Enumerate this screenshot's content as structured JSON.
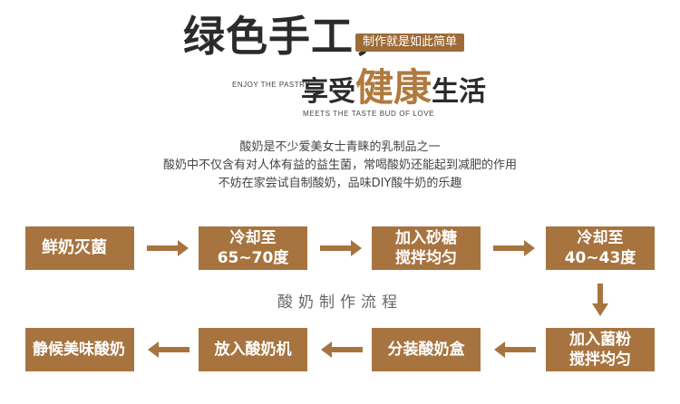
{
  "header": {
    "title": "绿色手工，",
    "badge": "制作就是如此简单",
    "enjoy": "ENJOY THE PASTRY",
    "subtitle_part1": "享受",
    "subtitle_part2": "健康",
    "subtitle_part3": "生活",
    "meets": "MEETS THE TASTE BUD OF LOVE"
  },
  "description": [
    "酸奶是不少爱美女士青睐的乳制品之一",
    "酸奶中不仅含有对人体有益的益生菌，常喝酸奶还能起到减肥的作用",
    "不妨在家尝试自制酸奶，品味DIY酸牛奶的乐趣"
  ],
  "flow": {
    "title": "酸奶制作流程",
    "steps": [
      "鲜奶灭菌",
      "冷却至\n65~70度",
      "加入砂糖\n搅拌均匀",
      "冷却至\n40~43度",
      "加入菌粉\n搅拌均匀",
      "分装酸奶盒",
      "放入酸奶机",
      "静候美味酸奶"
    ]
  },
  "colors": {
    "box": "#a77440",
    "arrow": "#a77440",
    "accent": "#b07a3f"
  }
}
